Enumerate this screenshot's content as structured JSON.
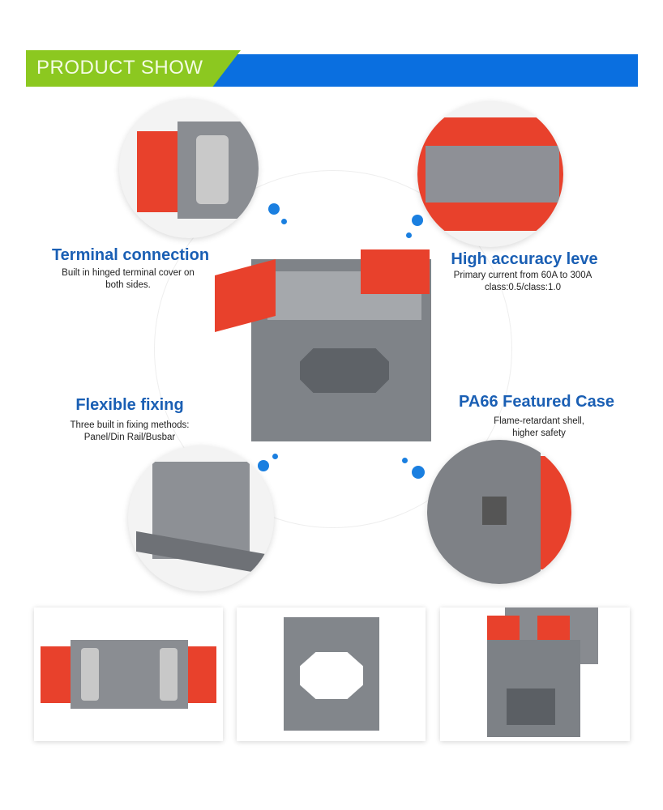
{
  "header": {
    "title": "PRODUCT SHOW",
    "green": "#8cc820",
    "blue": "#0a6fe0"
  },
  "features": [
    {
      "title": "Terminal connection",
      "desc": [
        "Built in hinged terminal cover on",
        "both sides."
      ]
    },
    {
      "title": "High accuracy leve",
      "desc": [
        "Primary current from 60A to 300A",
        "class:0.5/class:1.0"
      ]
    },
    {
      "title": "Flexible fixing",
      "desc": [
        "Three built in fixing methods:",
        "Panel/Din Rail/Busbar"
      ]
    },
    {
      "title": "PA66 Featured Case",
      "desc": [
        "Flame-retardant shell,",
        "higher safety"
      ]
    }
  ]
}
